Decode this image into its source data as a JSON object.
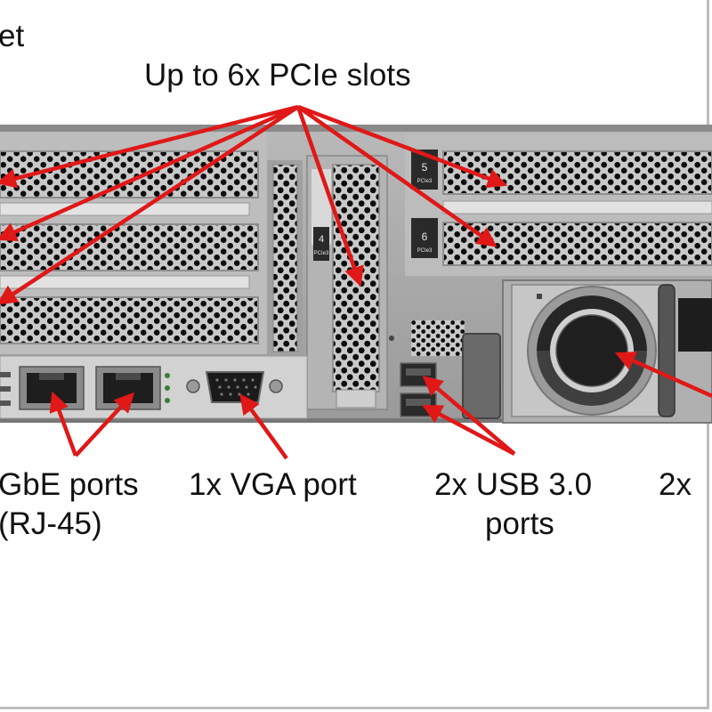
{
  "labels": {
    "top_left_fragment": "et",
    "pcie": "Up to 6x PCIe slots",
    "gbe_line1": "GbE ports",
    "gbe_line2": "(RJ-45)",
    "vga": "1x VGA port",
    "usb_line1": "2x USB 3.0",
    "usb_line2": "ports",
    "psu_fragment": "2x"
  },
  "slot_numbers": {
    "slot4": "4",
    "slot5": "5",
    "slot6": "6",
    "slot_sub": "PCIe3"
  },
  "colors": {
    "arrow": "#e01818",
    "chassis": "#a6a6a6",
    "panel": "#d0d0d0",
    "dark": "#1c1c1c",
    "hole": "#0d0d0d"
  }
}
